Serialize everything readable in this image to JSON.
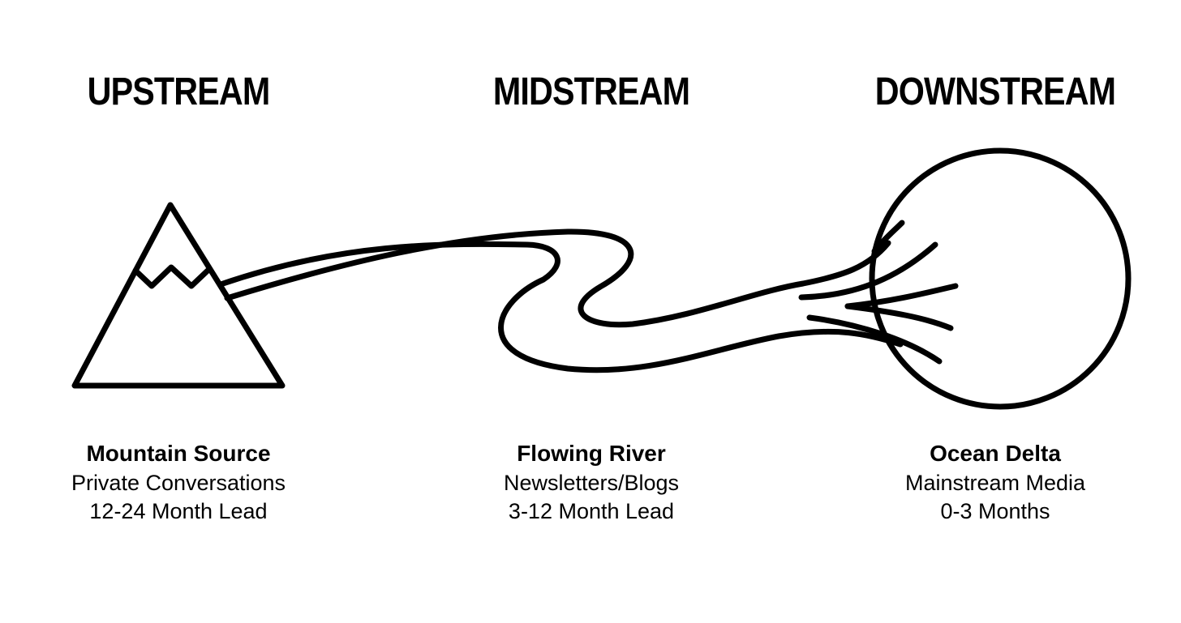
{
  "stages": {
    "upstream": {
      "heading": "UPSTREAM",
      "icon": "mountain-icon",
      "title": "Mountain Source",
      "line1": "Private Conversations",
      "line2": "12-24 Month Lead"
    },
    "midstream": {
      "heading": "MIDSTREAM",
      "icon": "river-icon",
      "title": "Flowing River",
      "line1": "Newsletters/Blogs",
      "line2": "3-12 Month Lead"
    },
    "downstream": {
      "heading": "DOWNSTREAM",
      "icon": "ocean-delta-icon",
      "title": "Ocean Delta",
      "line1": "Mainstream Media",
      "line2": "0-3 Months"
    }
  },
  "colors": {
    "ink": "#000000",
    "background": "#ffffff"
  }
}
